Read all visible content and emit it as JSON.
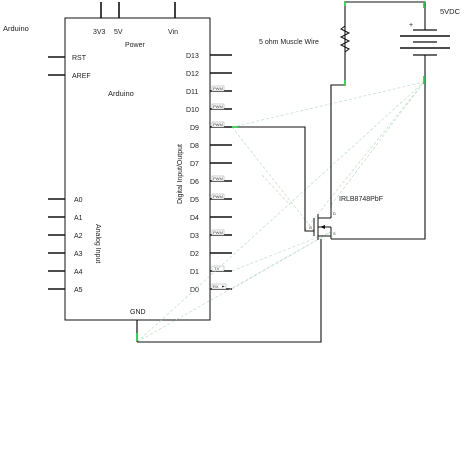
{
  "diagram": {
    "corner_label": "Arduino",
    "supply_label": "5VDC",
    "board": {
      "title": "Arduino",
      "power_header": "Power",
      "top_pins": [
        "3V3",
        "5V",
        "Vin"
      ],
      "left_pins": [
        "RST",
        "AREF"
      ],
      "analog_pins": [
        "A0",
        "A1",
        "A2",
        "A3",
        "A4",
        "A5"
      ],
      "analog_header": "Analog Input",
      "digital_header": "Digital Input/Output",
      "digital_pins": [
        "D13",
        "D12",
        "D11",
        "D10",
        "D9",
        "D8",
        "D7",
        "D6",
        "D5",
        "D4",
        "D3",
        "D2",
        "D1",
        "D0"
      ],
      "gnd_label": "GND",
      "badges": {
        "D11": "PWM",
        "D10": "PWM",
        "D9": "PWM",
        "D6": "PWM",
        "D5": "PWM",
        "D3": "PWM",
        "D1": "TX",
        "D0": "RX"
      }
    },
    "muscle_wire_label": "5 ohm Muscle Wire",
    "mosfet_label": "IRLB8748PbF",
    "colors": {
      "wire": "#111111",
      "ratsnest": "#b8d8c0",
      "highlight": "#33cc55",
      "board_outline": "#111111"
    }
  }
}
